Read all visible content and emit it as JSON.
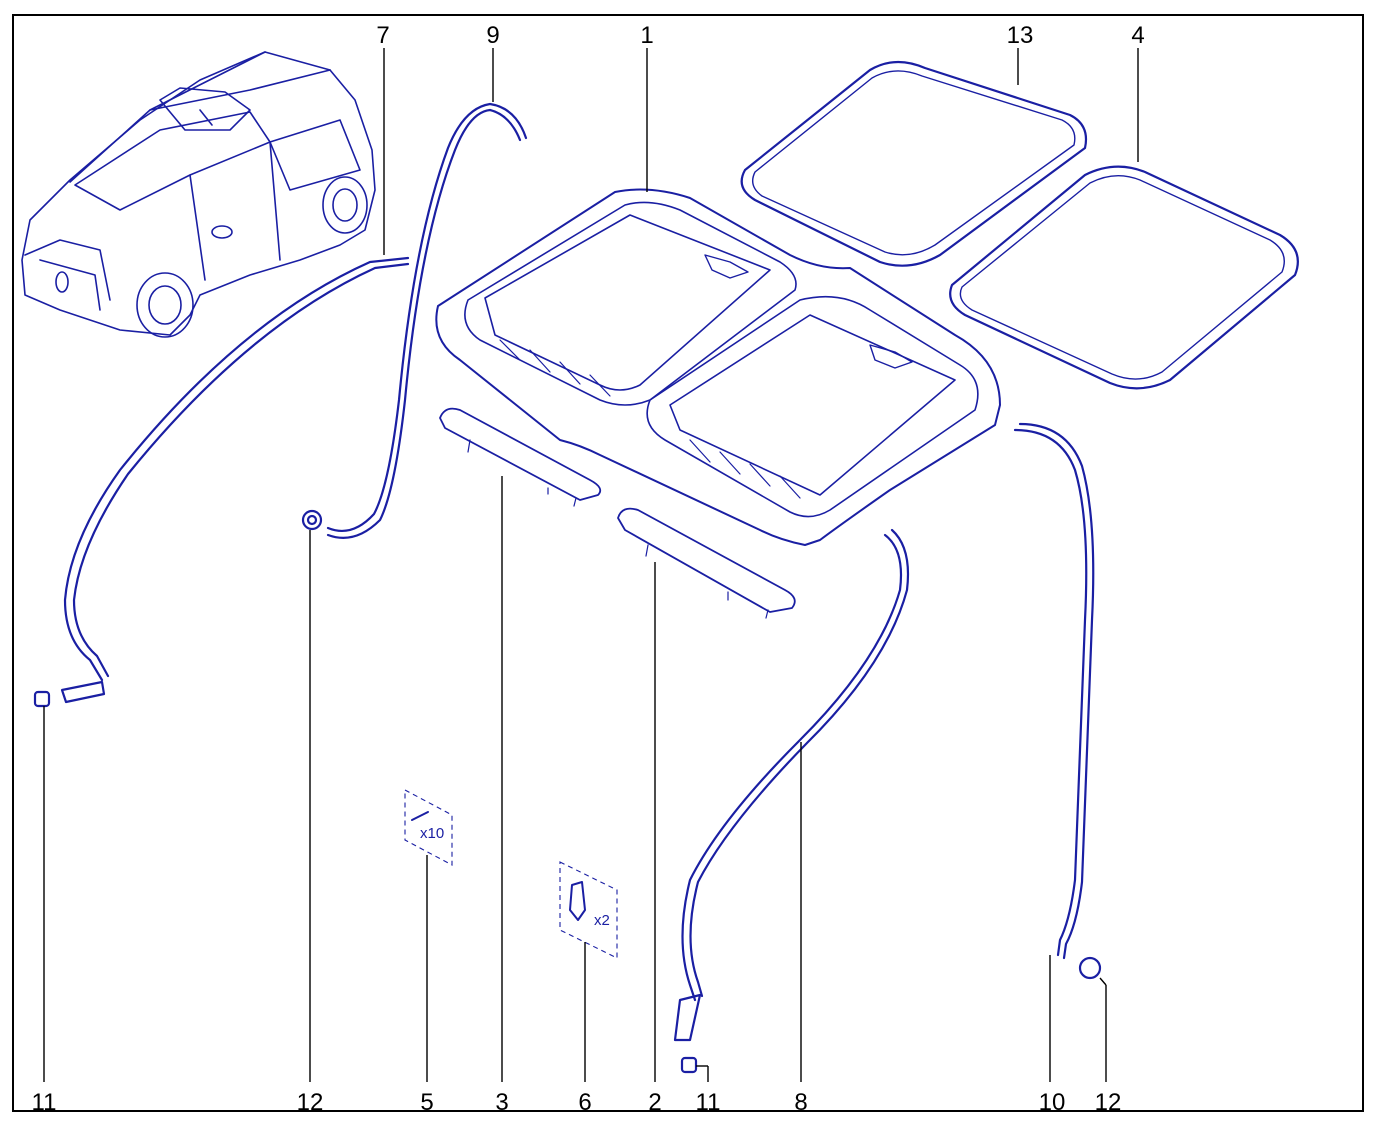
{
  "colors": {
    "line": "#1a1fa3",
    "text": "#000000",
    "background": "#ffffff"
  },
  "qty_labels": {
    "q5": "x10",
    "q6": "x2"
  },
  "callouts": [
    {
      "id": "c7",
      "label": "7"
    },
    {
      "id": "c9",
      "label": "9"
    },
    {
      "id": "c1",
      "label": "1"
    },
    {
      "id": "c13",
      "label": "13"
    },
    {
      "id": "c4",
      "label": "4"
    },
    {
      "id": "c11a",
      "label": "11"
    },
    {
      "id": "c12a",
      "label": "12"
    },
    {
      "id": "c5",
      "label": "5"
    },
    {
      "id": "c3",
      "label": "3"
    },
    {
      "id": "c6",
      "label": "6"
    },
    {
      "id": "c2",
      "label": "2"
    },
    {
      "id": "c11b",
      "label": "11"
    },
    {
      "id": "c8",
      "label": "8"
    },
    {
      "id": "c10",
      "label": "10"
    },
    {
      "id": "c12b",
      "label": "12"
    }
  ]
}
